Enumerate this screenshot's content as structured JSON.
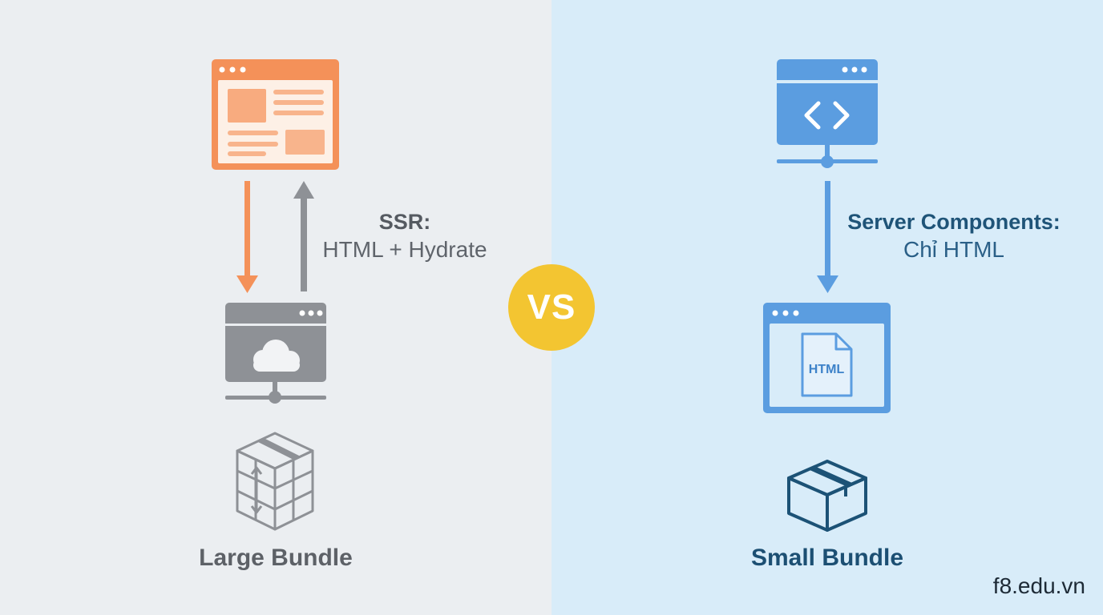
{
  "ssr": {
    "title": "SSR:",
    "subtitle": "HTML + Hydrate",
    "bundle_label": "Large Bundle"
  },
  "server_components": {
    "title": "Server Components:",
    "subtitle": "Chỉ HTML",
    "bundle_label": "Small Bundle",
    "file_label": "HTML"
  },
  "vs_label": "VS",
  "watermark": "f8.edu.vn",
  "colors": {
    "left_bg": "#ebeef1",
    "right_bg": "#d8ecf9",
    "orange": "#f49159",
    "gray": "#8e9196",
    "blue": "#5b9de0",
    "navy": "#1c5276",
    "yellow": "#f3c531"
  },
  "icons": [
    "browser-window-icon",
    "arrow-down-icon",
    "arrow-up-icon",
    "cloud-server-icon",
    "large-box-icon",
    "code-server-icon",
    "html-file-window-icon",
    "small-box-icon"
  ]
}
